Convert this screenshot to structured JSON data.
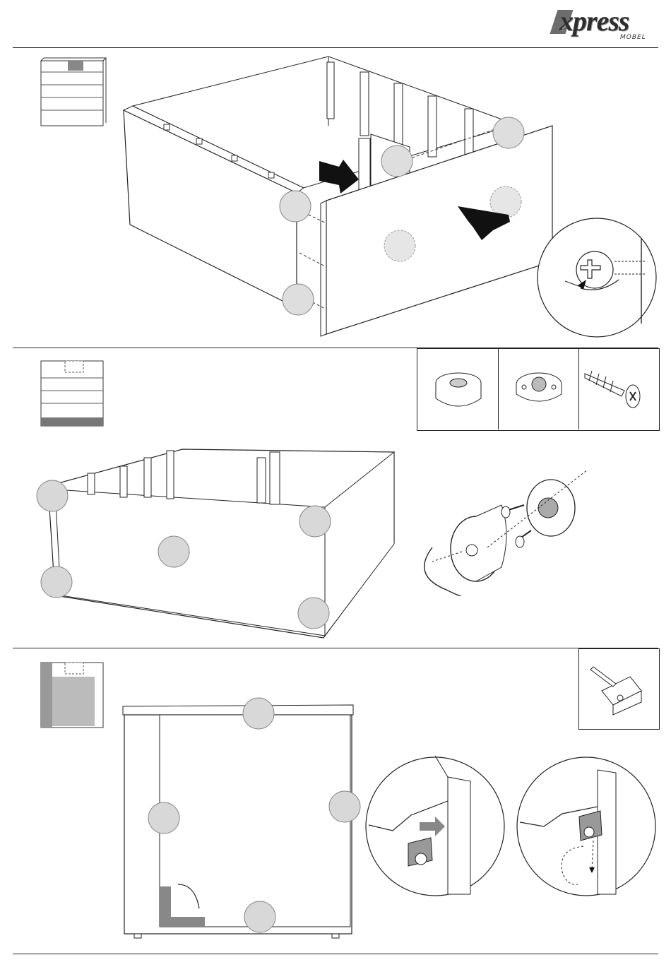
{
  "header": {
    "logo_word": "xpress",
    "logo_sub": "MOBEL"
  },
  "steps": [
    {
      "id": "drawer-front",
      "parts": []
    },
    {
      "id": "base-feet",
      "parts": [
        "foot-cap-icon",
        "foot-base-icon",
        "screw-icon"
      ]
    },
    {
      "id": "back-panel",
      "parts": [
        "corner-bracket-screw-icon"
      ]
    }
  ],
  "colors": {
    "line": "#222222",
    "highlight": "#d6d6d6",
    "shade": "#8a8a8a",
    "arrow": "#111111"
  }
}
